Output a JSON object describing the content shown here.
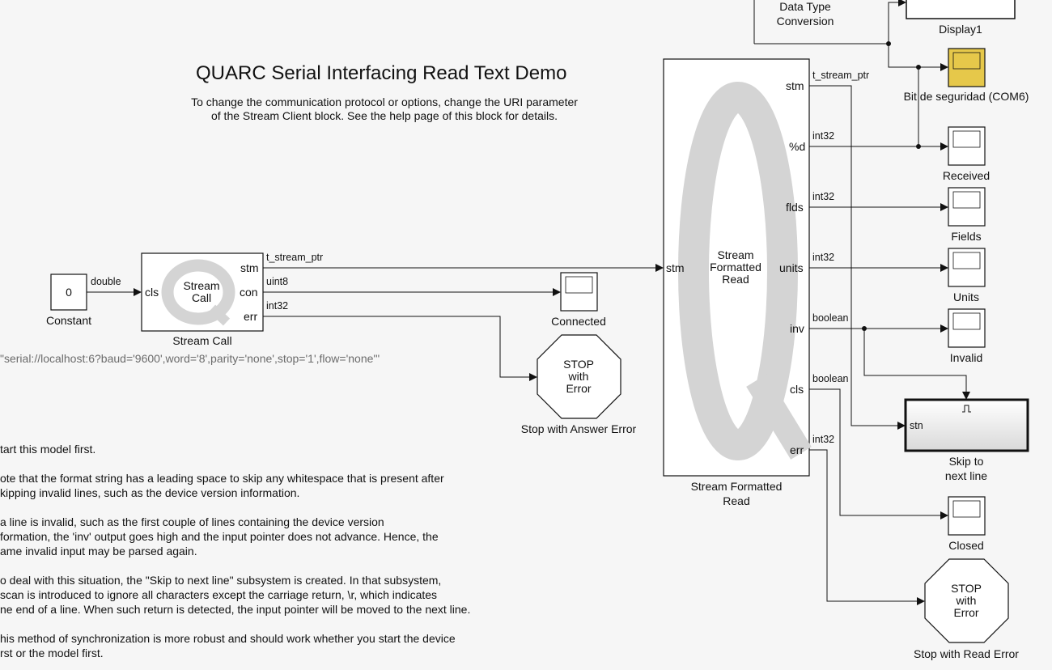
{
  "header": {
    "title": "QUARC Serial Interfacing Read Text Demo",
    "description_line1": "To change the communication protocol or options, change the URI parameter",
    "description_line2": "of the Stream Client block. See the help page of this block for details."
  },
  "uri_annotation": "\"serial://localhost:6?baud='9600',word='8',parity='none',stop='1',flow='none'\"",
  "notes": [
    "tart this model first.",
    "ote that the format string has a leading space to skip any whitespace that is present after",
    "kipping invalid lines, such as the device version information.",
    "a line is invalid, such as the first couple of lines containing the device version",
    "formation, the 'inv' output goes high and the input pointer does not advance. Hence, the",
    "ame invalid input may be parsed again.",
    "o deal with this situation, the \"Skip to next line\" subsystem is created. In that subsystem,",
    "scan is introduced to ignore all characters except the carriage return, \\r, which indicates",
    "ne end of a line. When such return is detected, the input pointer will be moved to the next line.",
    "his method of synchronization is more robust and should work whether you start the device",
    "rst or the model first."
  ],
  "blocks": {
    "constant": {
      "value": "0",
      "label": "Constant",
      "out_type": "double"
    },
    "stream_call": {
      "label": "Stream Call",
      "inner_line1": "Stream",
      "inner_line2": "Call",
      "in_port": "cls",
      "ports": [
        "stm",
        "con",
        "err"
      ],
      "signals": [
        "t_stream_ptr",
        "uint8",
        "int32"
      ]
    },
    "connected": {
      "label": "Connected"
    },
    "stop_answer": {
      "text1": "STOP",
      "text2": "with",
      "text3": "Error",
      "label": "Stop with Answer Error"
    },
    "formatted_read": {
      "label_line1": "Stream Formatted",
      "label_line2": "Read",
      "inner_line1": "Stream",
      "inner_line2": "Formatted",
      "inner_line3": "Read",
      "in_port": "stm",
      "ports": [
        "stm",
        "%d",
        "flds",
        "units",
        "inv",
        "cls",
        "err"
      ],
      "signals": [
        "t_stream_ptr",
        "int32",
        "int32",
        "int32",
        "boolean",
        "boolean",
        "int32"
      ]
    },
    "data_type_conversion": {
      "line1": "Data Type",
      "line2": "Conversion"
    },
    "display1": {
      "label": "Display1"
    },
    "bit_seguridad": {
      "label": "Bit de seguridad (COM6)",
      "color": "#e6c84a"
    },
    "received": {
      "label": "Received"
    },
    "fields": {
      "label": "Fields"
    },
    "units": {
      "label": "Units"
    },
    "invalid": {
      "label": "Invalid"
    },
    "skip": {
      "port": "stn",
      "label_line1": "Skip to",
      "label_line2": "next line",
      "trigger_icon": "pulse-trigger-icon"
    },
    "closed": {
      "label": "Closed"
    },
    "stop_read": {
      "text1": "STOP",
      "text2": "with",
      "text3": "Error",
      "label": "Stop with Read Error"
    }
  }
}
